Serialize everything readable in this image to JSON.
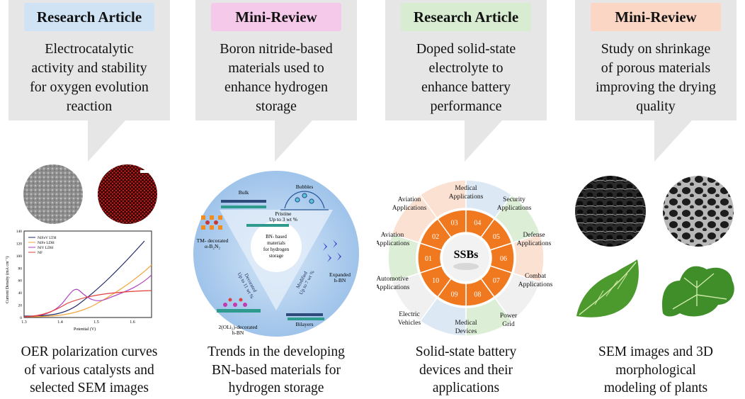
{
  "colors": {
    "callout_gray": "#e6e6e6",
    "tag_research": "#cfe3f4",
    "tag_review_pink": "#f5c9ea",
    "tag_research_green": "#d7ecd0",
    "tag_review_orange": "#fbd6c4",
    "orange": "#f0781e"
  },
  "columns": [
    {
      "tag": "Research Article",
      "desc": [
        "Electrocatalytic",
        "activity and stability",
        "for oxygen evolution",
        "reaction"
      ],
      "caption": [
        "OER polarization curves",
        "of various catalysts and",
        "selected SEM images"
      ]
    },
    {
      "tag": "Mini-Review",
      "desc": [
        "Boron nitride-based",
        "materials used to",
        "enhance hydrogen",
        "storage"
      ],
      "caption": [
        "Trends in the developing",
        "BN-based materials for",
        "hydrogen storage"
      ]
    },
    {
      "tag": "Research Article",
      "desc": [
        "Doped solid-state",
        "electrolyte to",
        "enhance battery",
        "performance"
      ],
      "caption": [
        "Solid-state battery",
        "devices and their",
        "applications"
      ]
    },
    {
      "tag": "Mini-Review",
      "desc": [
        "Study on shrinkage",
        "of porous materials",
        "improving the drying",
        "quality"
      ],
      "caption": [
        "SEM images and 3D",
        "morphological",
        "modeling of plants"
      ]
    }
  ],
  "oer_chart": {
    "legend": [
      "NiFeV LTH",
      "NiFe LDH",
      "NiV LDH",
      "NF"
    ],
    "ylabel": "Current Density (mA cm⁻²)",
    "xlabel": "Potential (V)",
    "x_ticks": [
      "1.3",
      "1.4",
      "1.5",
      "1.6"
    ],
    "y_ticks": [
      "0",
      "20",
      "40",
      "60",
      "80",
      "100",
      "120",
      "140"
    ],
    "series_colors": [
      "#1f2a6b",
      "#f2a63a",
      "#b23fc4",
      "#e0403a"
    ]
  },
  "bn_diagram": {
    "center": [
      "BN- based",
      "materials",
      "for hydrogen",
      "storage"
    ],
    "bulk": "Bulk",
    "bubbles": "Bubbles",
    "pristine": [
      "Pristine",
      "Up to 3 wt %"
    ],
    "tm": [
      "TM- decorated",
      "α-B₂N₂"
    ],
    "decorated": [
      "Decorated",
      "Up to 11 wt %"
    ],
    "modified": [
      "Modified",
      "Up to 7 wt %"
    ],
    "expanded": [
      "Expanded",
      "h-BN"
    ],
    "oli": [
      "2(OLi₂)-decorated",
      "h-BN"
    ],
    "bilayers": "Bilayers"
  },
  "ssb_wheel": {
    "center": "SSBs",
    "numbers": [
      "01",
      "02",
      "03",
      "04",
      "05",
      "06",
      "07",
      "08",
      "09",
      "10"
    ],
    "labels": {
      "aviation_top": [
        "Aviation",
        "Applications"
      ],
      "medical_top": [
        "Medical",
        "Applications"
      ],
      "security": [
        "Security",
        "Applications"
      ],
      "defense": [
        "Defense",
        "Applications"
      ],
      "aviation_left": [
        "Aviation",
        "Applications"
      ],
      "combat": [
        "Combat",
        "Applications"
      ],
      "automotive": [
        "Automotive",
        "Applications"
      ],
      "electric": [
        "Electric",
        "Vehicles"
      ],
      "power": [
        "Power",
        "Grid"
      ],
      "medical_bottom": [
        "Medical",
        "Devices"
      ]
    }
  }
}
